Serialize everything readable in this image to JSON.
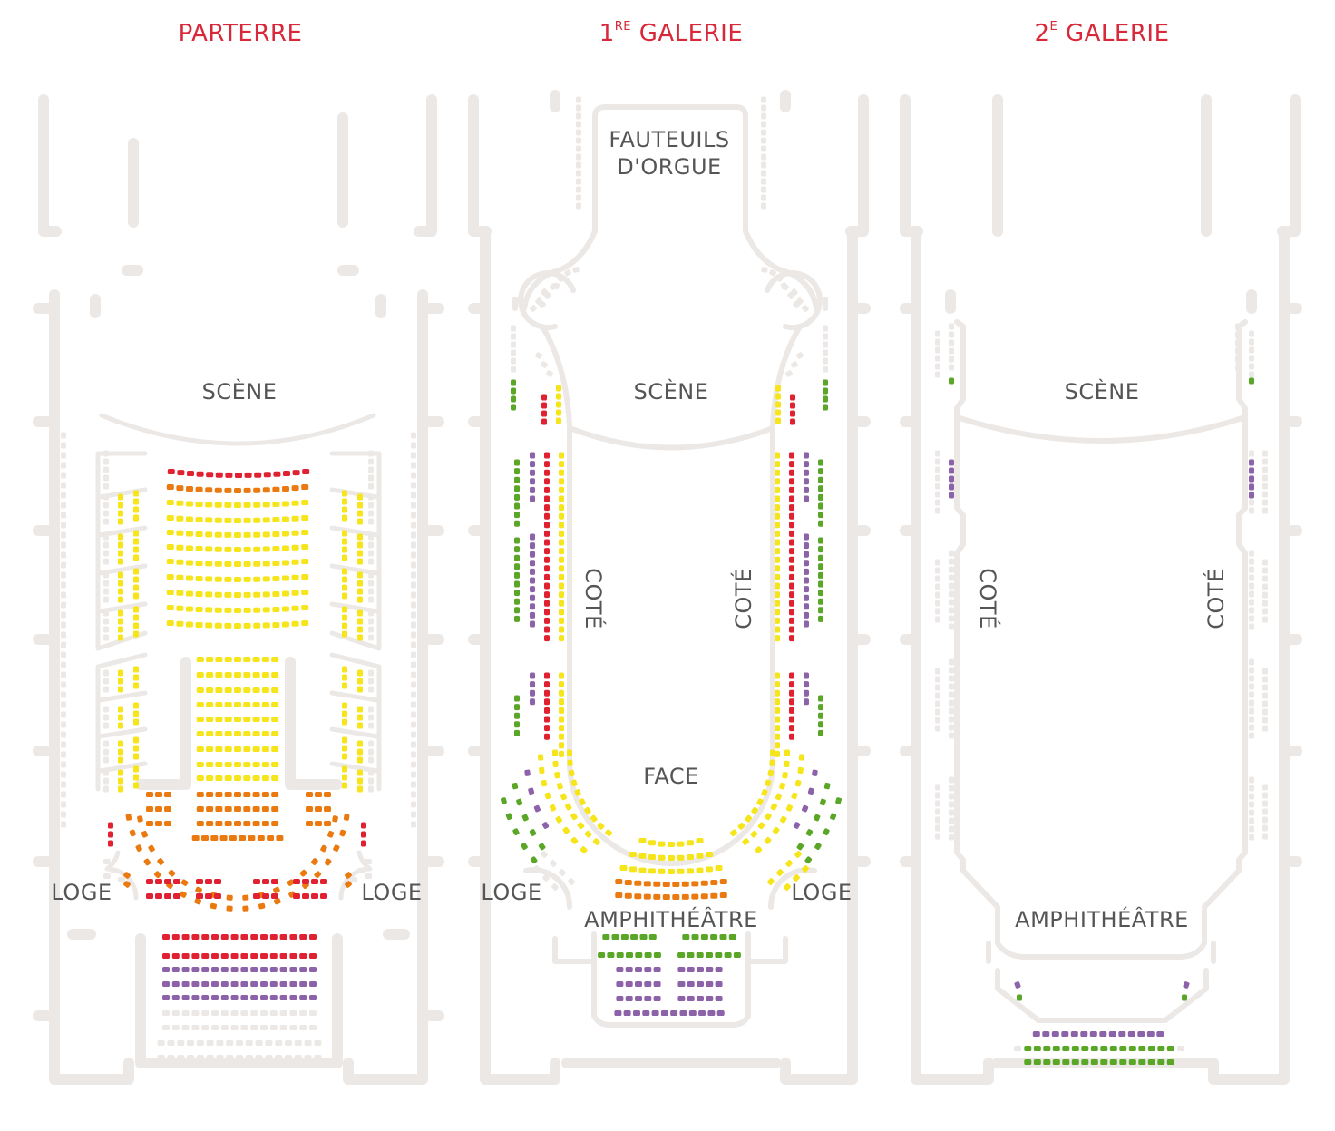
{
  "colors": {
    "structure": "#ece8e6",
    "unavailable": "#ece8e6",
    "red": "#e02131",
    "orange": "#ea7a10",
    "yellow": "#f5e51a",
    "purple": "#8c62a8",
    "green": "#5aa626",
    "title": "#d8293b",
    "label": "#555555"
  },
  "floors": [
    {
      "title_main": "PARTERRE",
      "title_sup": "",
      "title_rest": "",
      "labels": {
        "scene": "SCÈNE",
        "loge_left": "LOGE",
        "loge_right": "LOGE"
      }
    },
    {
      "title_main": "1",
      "title_sup": "RE",
      "title_rest": " GALERIE",
      "labels": {
        "orgue_1": "FAUTEUILS",
        "orgue_2": "D'ORGUE",
        "scene": "SCÈNE",
        "cote_left": "COTÉ",
        "cote_right": "COTÉ",
        "face": "FACE",
        "loge_left": "LOGE",
        "loge_right": "LOGE",
        "amphi": "AMPHITHÉÂTRE"
      }
    },
    {
      "title_main": "2",
      "title_sup": "E",
      "title_rest": " GALERIE",
      "labels": {
        "scene": "SCÈNE",
        "cote_left": "COTÉ",
        "cote_right": "COTÉ",
        "amphi": "AMPHITHÉÂTRE"
      }
    }
  ]
}
